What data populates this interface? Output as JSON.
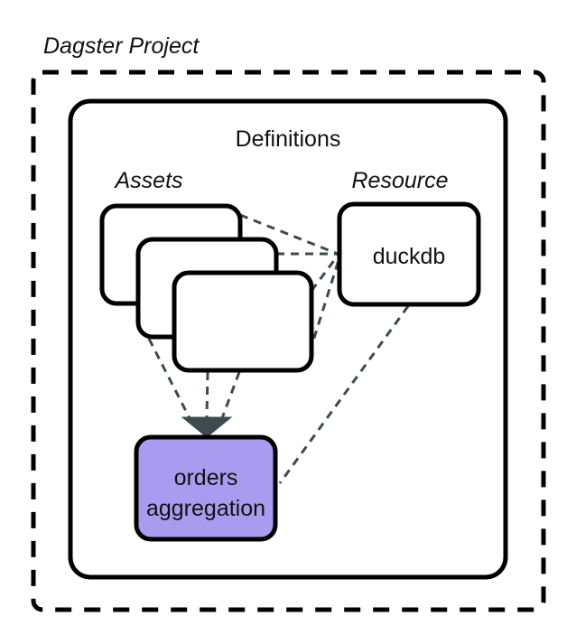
{
  "diagram": {
    "type": "architecture-diagram",
    "title": "Dagster Project",
    "container": {
      "name": "Definitions",
      "border_style": "solid",
      "label": "Definitions"
    },
    "outer_border_style": "dashed",
    "groups": [
      {
        "id": "assets",
        "label": "Assets",
        "style": "italic",
        "node_count": 3,
        "node_fill": "#ffffff",
        "node_stroke": "#000000"
      },
      {
        "id": "resource",
        "label": "Resource",
        "style": "italic",
        "node_count": 1,
        "node_fill": "#ffffff",
        "node_stroke": "#000000"
      }
    ],
    "nodes": [
      {
        "id": "asset-1",
        "label": "",
        "fill": "#ffffff"
      },
      {
        "id": "asset-2",
        "label": "",
        "fill": "#ffffff"
      },
      {
        "id": "asset-3",
        "label": "",
        "fill": "#ffffff"
      },
      {
        "id": "duckdb",
        "label": "duckdb",
        "fill": "#ffffff"
      },
      {
        "id": "orders-aggregation",
        "label_line1": "orders",
        "label_line2": "aggregation",
        "fill": "#a99cf0"
      }
    ],
    "edges": [
      {
        "from": "asset-1",
        "to": "duckdb",
        "style": "dashed"
      },
      {
        "from": "asset-2",
        "to": "duckdb",
        "style": "dashed"
      },
      {
        "from": "asset-3",
        "to": "duckdb",
        "style": "dashed"
      },
      {
        "from": "asset-1",
        "to": "orders-aggregation",
        "style": "dashed",
        "arrow": true
      },
      {
        "from": "asset-2",
        "to": "orders-aggregation",
        "style": "dashed",
        "arrow": true
      },
      {
        "from": "asset-3",
        "to": "orders-aggregation",
        "style": "dashed",
        "arrow": true
      },
      {
        "from": "duckdb",
        "to": "orders-aggregation",
        "style": "dashed"
      }
    ],
    "colors": {
      "accent_purple": "#a99cf0",
      "stroke": "#000000",
      "edge": "#3e4a52",
      "arrowhead": "#3e4a52",
      "background": "#ffffff"
    }
  }
}
